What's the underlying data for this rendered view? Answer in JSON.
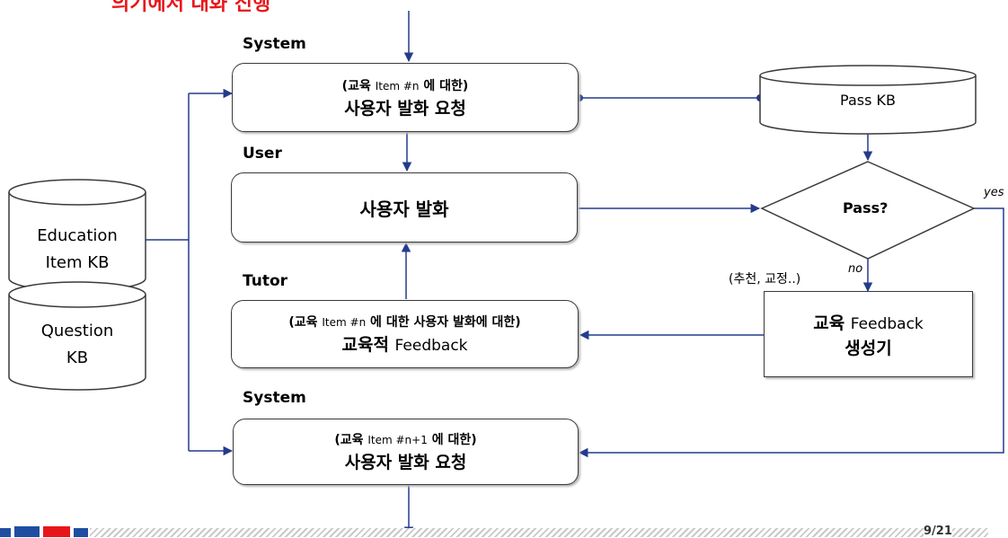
{
  "header": {
    "title_partial": "의기에서 대화 진행"
  },
  "roles": {
    "system_top": "System",
    "user": "User",
    "tutor": "Tutor",
    "system_bottom": "System"
  },
  "boxes": {
    "system_request": {
      "line1_a": "(교육 ",
      "line1_item": "Item #n",
      "line1_b": " 에 대한)",
      "line2": "사용자 발화 요청"
    },
    "user_utterance": {
      "text": "사용자 발화"
    },
    "tutor_feedback": {
      "line1_a": "(교육 ",
      "line1_item": "Item #n",
      "line1_b": " 에 대한 사용자 발화에 대한)",
      "line2_a": "교육적 ",
      "line2_b": "Feedback"
    },
    "feedback_generator": {
      "line1_a": "교육 ",
      "line1_b": "Feedback",
      "line2": "생성기"
    },
    "next_request": {
      "line1_a": "(교육 ",
      "line1_item": "Item #n+1",
      "line1_b": " 에 대한)",
      "line2": "사용자 발화 요청"
    }
  },
  "databases": {
    "pass_kb": "Pass KB",
    "education_kb_line1": "Education",
    "education_kb_line2": "Item KB",
    "question_kb_line1": "Question",
    "question_kb_line2": "KB"
  },
  "decision": {
    "text": "Pass?",
    "yes": "yes",
    "no": "no",
    "note": "(추천, 교정..)"
  },
  "footer": {
    "page": "9/21"
  }
}
